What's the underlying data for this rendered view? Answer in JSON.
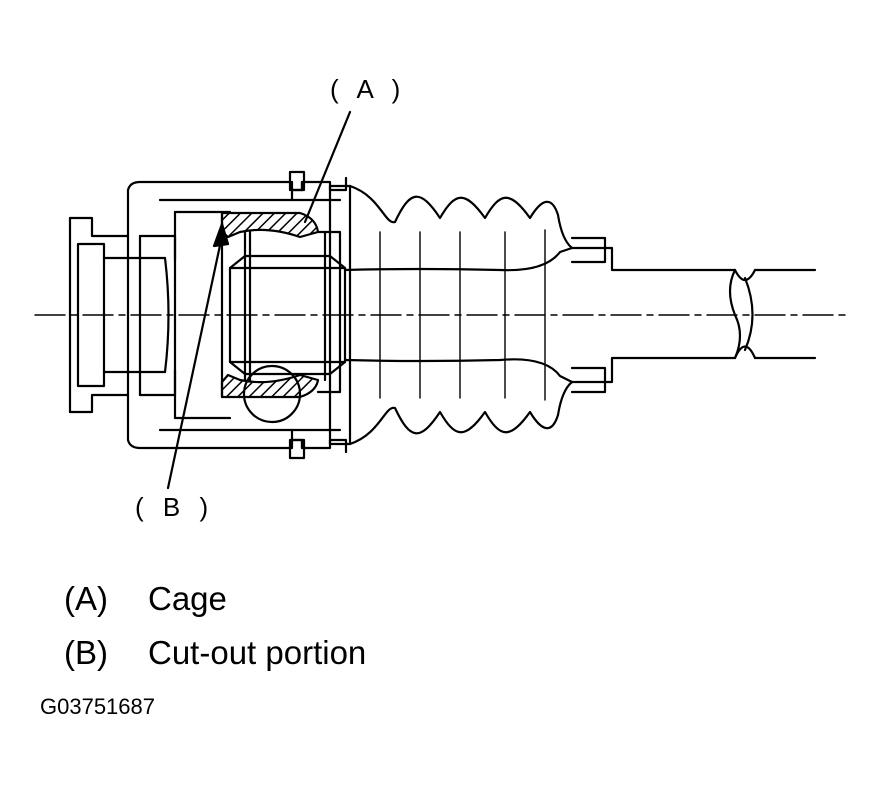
{
  "callouts": {
    "a": "( A )",
    "b": "( B )"
  },
  "legend": [
    {
      "key": "(A)",
      "label": "Cage"
    },
    {
      "key": "(B)",
      "label": "Cut-out portion"
    }
  ],
  "figure_id": "G03751687"
}
